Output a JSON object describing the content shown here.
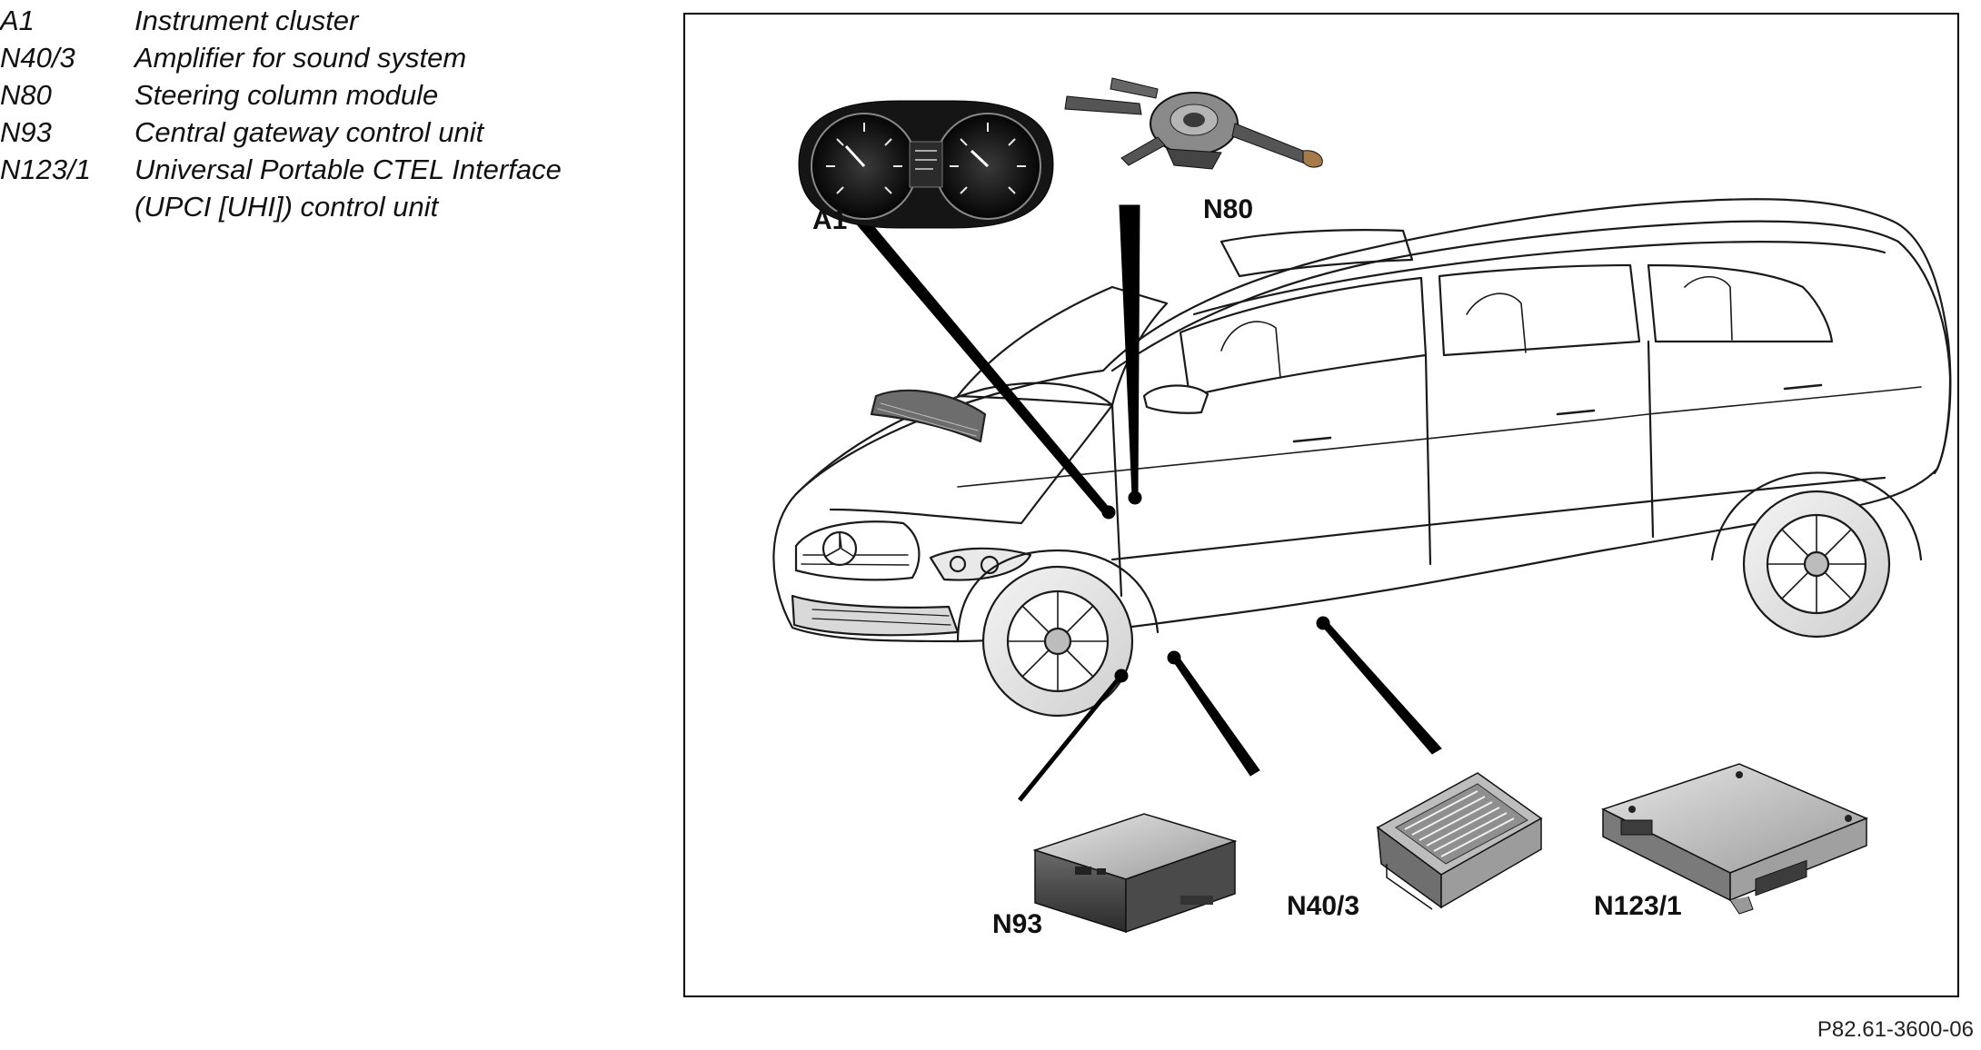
{
  "legend": [
    {
      "code": "A1",
      "text": "Instrument cluster"
    },
    {
      "code": "N40/3",
      "text": "Amplifier for sound system"
    },
    {
      "code": "N80",
      "text": "Steering column module"
    },
    {
      "code": "N93",
      "text": "Central gateway control unit"
    },
    {
      "code": "N123/1",
      "text": "Universal Portable CTEL Interface",
      "text2": "(UPCI [UHI]) control unit"
    }
  ],
  "callouts": {
    "a1": "A1",
    "n80": "N80",
    "n93": "N93",
    "n40_3": "N40/3",
    "n123_1": "N123/1"
  },
  "figure_id": "P82.61-3600-06"
}
